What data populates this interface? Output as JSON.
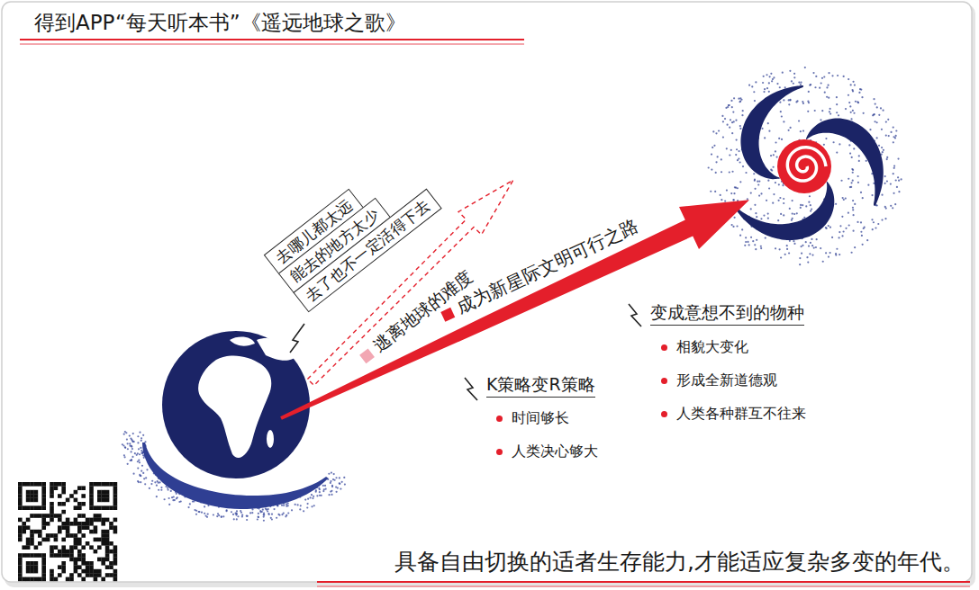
{
  "diagram": {
    "title": "得到APP“每天听本书”《遥远地球之歌》",
    "caption": "具备自由切换的适者生存能力,才能适应复杂多变的年代。",
    "nodes": [
      {
        "text": [
          "去哪儿都太远"
        ]
      },
      {
        "text": [
          "能去的地方太少"
        ]
      },
      {
        "text": [
          "去了也不一定活得下去"
        ]
      }
    ],
    "labels": [
      "逃离地球的难度",
      "成为新星际文明可行之路",
      "K策略变R策略",
      "时间够长",
      "人类决心够大",
      "变成意想不到的物种",
      "相貌大变化",
      "形成全新道德观",
      "人类各种群互不往来"
    ]
  }
}
